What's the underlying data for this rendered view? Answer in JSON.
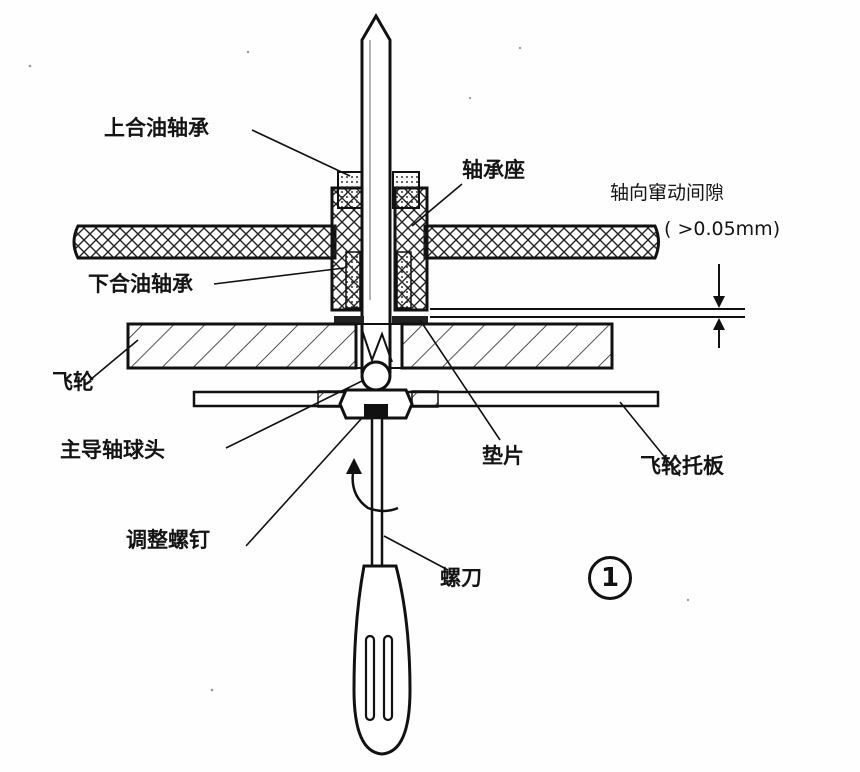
{
  "labels": {
    "upper_bearing": "上合油轴承",
    "bearing_seat": "轴承座",
    "axial_play": "轴向窜动间隙",
    "axial_play_value": "( >0.05mm)",
    "lower_bearing": "下合油轴承",
    "flywheel": "飞轮",
    "ball_head": "主导轴球头",
    "shim": "垫片",
    "flywheel_plate": "飞轮托板",
    "adjust_screw": "调整螺钉",
    "screwdriver": "螺刀"
  },
  "figure_number": "1",
  "colors": {
    "ink": "#141414",
    "paper": "#fefefe"
  }
}
